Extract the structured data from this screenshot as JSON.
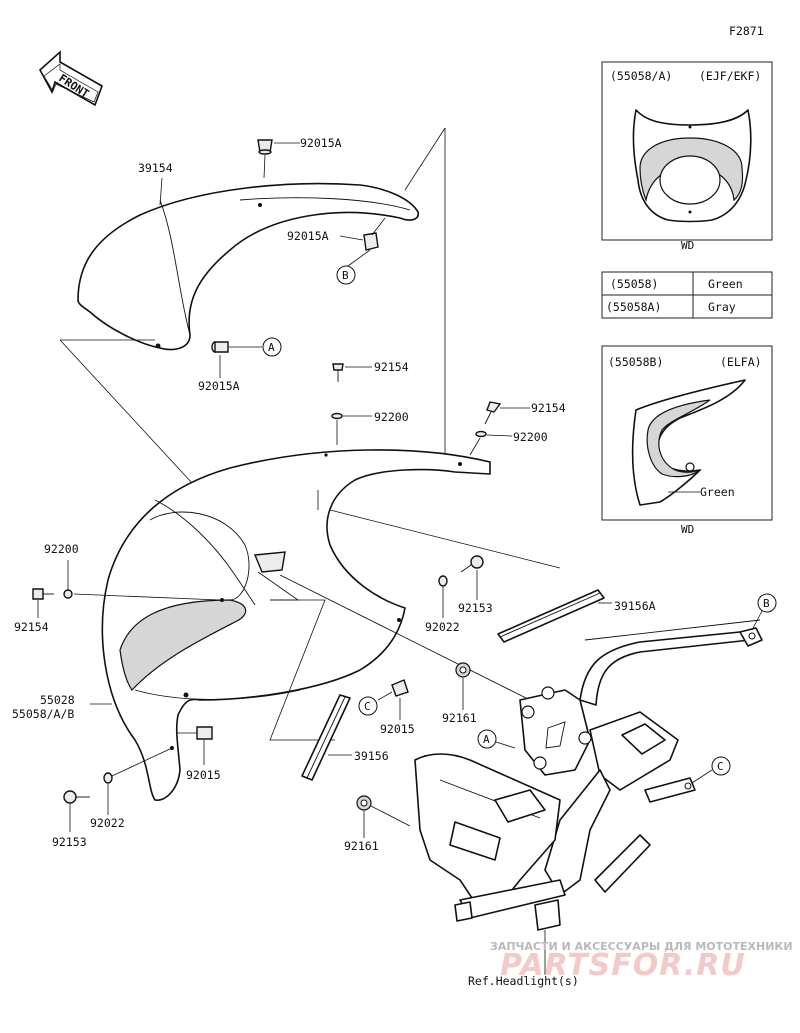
{
  "figure_code": "F2871",
  "direction_label": "FRONT",
  "callout_letters": {
    "a": "A",
    "b": "B",
    "c": "C"
  },
  "parts": {
    "p39154": "39154",
    "p92015A_top": "92015A",
    "p92015A_mid": "92015A",
    "p92015A_low": "92015A",
    "p92154_a": "92154",
    "p92200_a": "92200",
    "p92154_b": "92154",
    "p92200_b": "92200",
    "p92200_c": "92200",
    "p92154_c": "92154",
    "p92153_a": "92153",
    "p92022_a": "92022",
    "p39156A": "39156A",
    "p55028": "55028",
    "p55058AB": "55058/A/B",
    "p92015_a": "92015",
    "p92161_a": "92161",
    "p92015_b": "92015",
    "p39156": "39156",
    "p92153_b": "92153",
    "p92022_b": "92022",
    "p92161_b": "92161"
  },
  "inset_top": {
    "title_left": "(55058/A)",
    "title_right": "(EJF/EKF)",
    "caption": "WD"
  },
  "color_table": [
    {
      "code": "(55058)",
      "color": "Green"
    },
    {
      "code": "(55058A)",
      "color": "Gray"
    }
  ],
  "inset_bottom": {
    "title_left": "(55058B)",
    "title_right": "(ELFA)",
    "label": "Green",
    "caption": "WD"
  },
  "ref_note": "Ref.Headlight(s)",
  "watermark": {
    "line1": "ЗАПЧАСТИ И АКСЕССУАРЫ ДЛЯ МОТОТЕХНИКИ",
    "line2": "PARTSFOR.RU"
  }
}
